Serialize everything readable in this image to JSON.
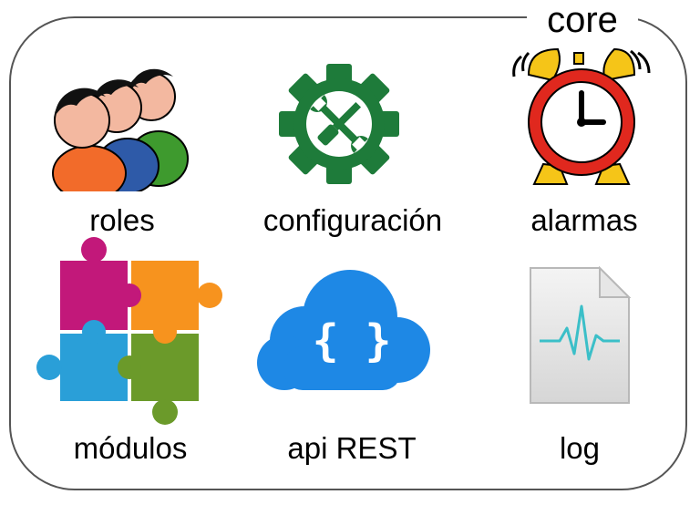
{
  "title": "core",
  "items": [
    {
      "label": "roles",
      "icon": "users-icon"
    },
    {
      "label": "configuración",
      "icon": "gear-tools-icon"
    },
    {
      "label": "alarmas",
      "icon": "alarm-clock-icon"
    },
    {
      "label": "módulos",
      "icon": "puzzle-icon"
    },
    {
      "label": "api REST",
      "icon": "cloud-api-icon"
    },
    {
      "label": "log",
      "icon": "log-file-icon"
    }
  ],
  "api_symbol": "{ }",
  "colors": {
    "border": "#555555",
    "gear": "#1e7b3a",
    "cloud": "#1e88e5",
    "clock_red": "#e0281e",
    "bell_yellow": "#f5c518",
    "puzzle_pink": "#c2187a",
    "puzzle_orange": "#f7931e",
    "puzzle_blue": "#2a9fd8",
    "puzzle_green": "#6b9a2a"
  }
}
